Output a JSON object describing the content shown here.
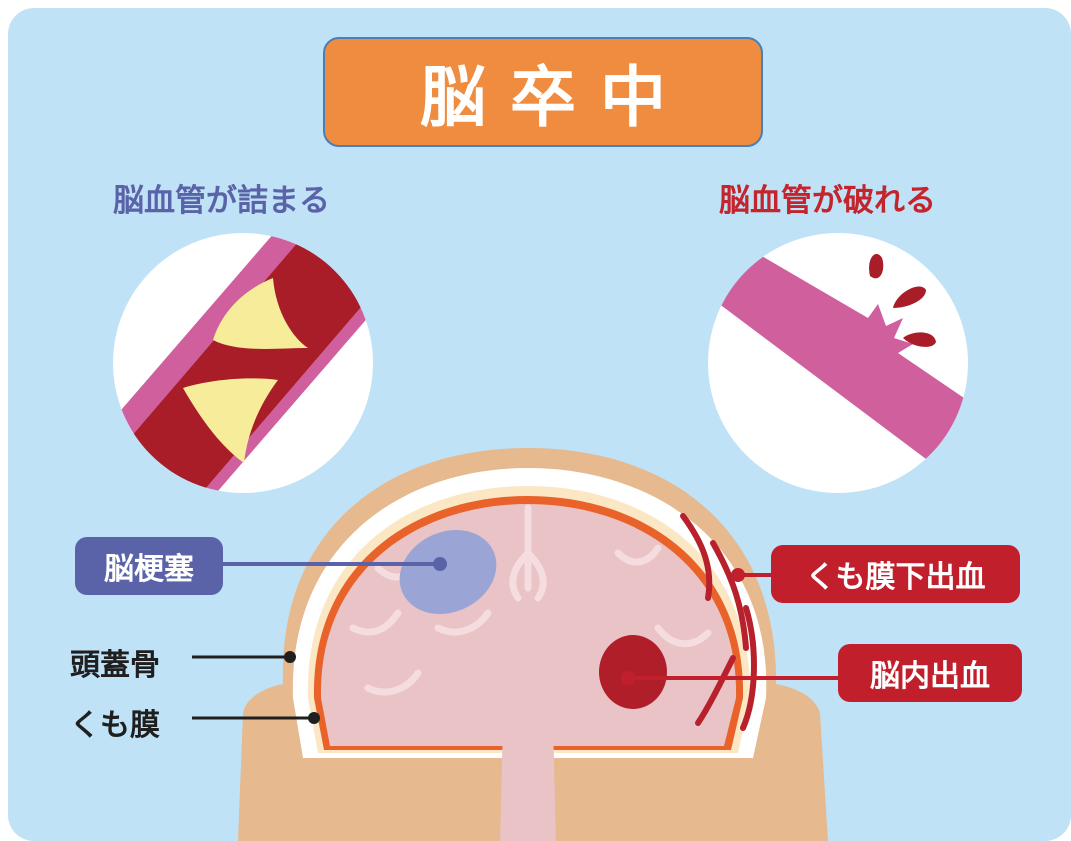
{
  "title": "脳卒中",
  "headings": {
    "blocked": "脳血管が詰まる",
    "ruptured": "脳血管が破れる"
  },
  "labels": {
    "infarction": "脳梗塞",
    "subarachnoid": "くも膜下出血",
    "intracerebral": "脳内出血",
    "skull": "頭蓋骨",
    "arachnoid": "くも膜"
  },
  "colors": {
    "background": "#bfe2f7",
    "title_bg": "#f08c3f",
    "blue_accent": "#5a63a8",
    "red_accent": "#c11f2b",
    "brain": "#e9c3c6",
    "skin": "#e6b98f",
    "vessel_wall": "#d0609d",
    "blood": "#a81d28",
    "plaque": "#f6ec9a"
  }
}
